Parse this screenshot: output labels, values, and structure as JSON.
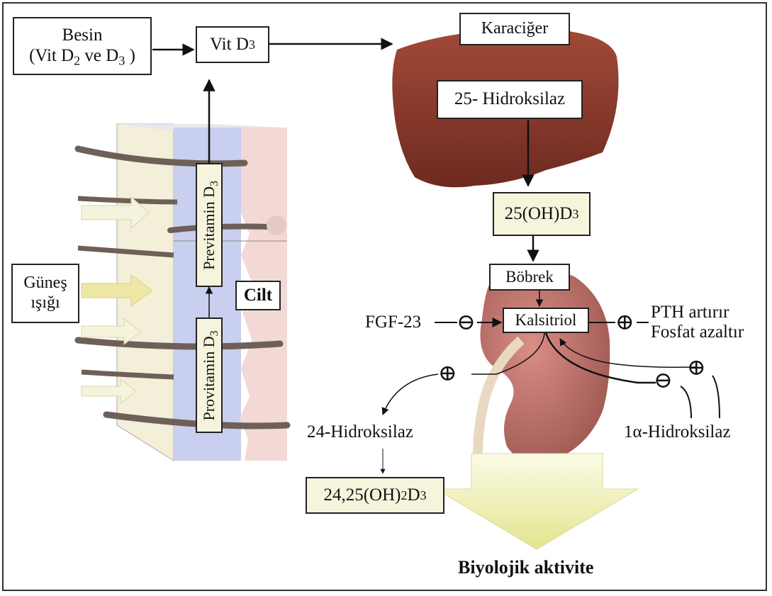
{
  "nodes": {
    "besin": {
      "line1": "Besin",
      "line2_pre": "(Vit D",
      "sub_a": "2",
      "line2_mid": " ve D",
      "sub_b": "3",
      "line2_post": " )"
    },
    "vitd3": {
      "text": "Vit D",
      "sub": "3"
    },
    "karaciger": {
      "text": "Karaciğer"
    },
    "hidroksilaz25": {
      "text": "25- Hidroksilaz"
    },
    "oh_d3": {
      "text": "25(OH)D",
      "sub": "3"
    },
    "bobrek": {
      "text": "Böbrek"
    },
    "kalsitriol": {
      "text": "Kalsitriol"
    },
    "fgf23": {
      "text": "FGF-23"
    },
    "pth": {
      "line1": "PTH artırır",
      "line2": "Fosfat azaltır"
    },
    "hidroksilaz24": {
      "text": "24-Hidroksilaz"
    },
    "hidroksilaz1a": {
      "text": "1α-Hidroksilaz"
    },
    "d3_2425": {
      "pre": "24,25(OH)",
      "sub_a": "2",
      "mid": "D",
      "sub_b": "3"
    },
    "gunes": {
      "line1": "Güneş",
      "line2": "ışığı"
    },
    "cilt": {
      "text": "Cilt"
    },
    "previtamin": {
      "text": "Previtamin D",
      "sub": "3"
    },
    "provitamin": {
      "text": "Provitamin D",
      "sub": "3"
    },
    "biyolojik": {
      "text": "Biyolojik aktivite"
    }
  },
  "symbols": {
    "minus": "⊖",
    "plus": "⊕"
  },
  "colors": {
    "liver": "#8e3c2c",
    "kidney": "#b86c66",
    "skin_blue": "#c9cfee",
    "skin_pink": "#f3d9d6",
    "arrow_yellow": "#eef0b8",
    "box_tan": "#f7f4dd"
  }
}
